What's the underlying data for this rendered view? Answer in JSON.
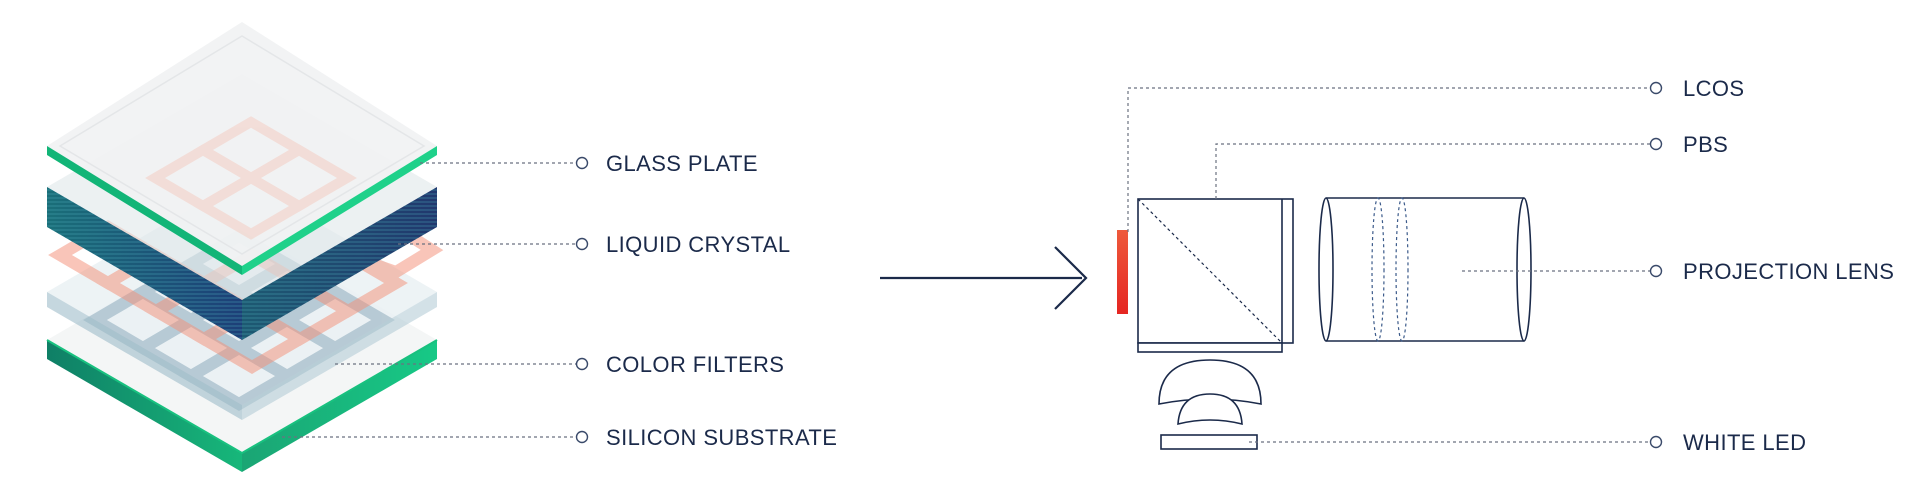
{
  "left_diagram": {
    "labels": {
      "glass_plate": "GLASS PLATE",
      "liquid_crystal": "LIQUID CRYSTAL",
      "color_filters": "COLOR FILTERS",
      "silicon_substrate": "SILICON SUBSTRATE"
    }
  },
  "right_diagram": {
    "labels": {
      "lcos": "LCOS",
      "pbs": "PBS",
      "projection_lens": "PROJECTION LENS",
      "white_led": "WHITE LED"
    }
  },
  "colors": {
    "navy": "#1b2a4a",
    "green": "#1fc37a",
    "teal": "#0f8a6c",
    "salmon": "#f3917a",
    "steel_blue": "#7d9fb3",
    "lcos_red": "#ea3a2a"
  }
}
